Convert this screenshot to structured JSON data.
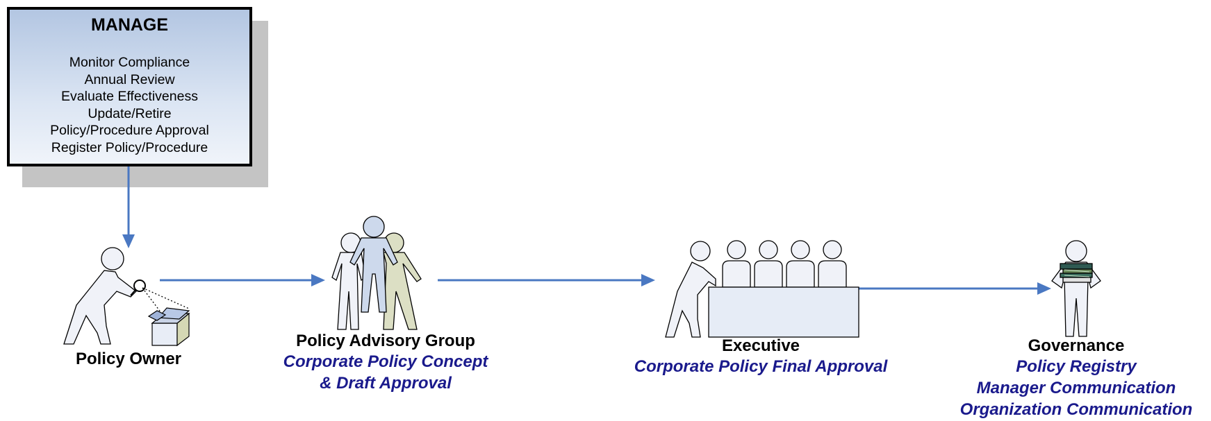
{
  "manage": {
    "title": "MANAGE",
    "items": [
      "Monitor Compliance",
      "Annual Review",
      "Evaluate Effectiveness",
      "Update/Retire",
      "Policy/Procedure Approval",
      "Register Policy/Procedure"
    ]
  },
  "actors": {
    "policy_owner": {
      "name": "Policy Owner"
    },
    "advisory_group": {
      "name": "Policy Advisory Group",
      "lines": [
        "Corporate Policy Concept",
        "& Draft Approval"
      ]
    },
    "executive": {
      "name": "Executive",
      "lines": [
        "Corporate Policy Final Approval"
      ]
    },
    "governance": {
      "name": "Governance",
      "lines": [
        "Policy Registry",
        "Manager Communication",
        "Organization Communication"
      ]
    }
  },
  "colors": {
    "arrow": "#4a78c2",
    "subtitle": "#1a1a8c",
    "figure_fill": "#f0f2f8",
    "figure_blue": "#cdd9ec",
    "figure_olive": "#dcdfc4"
  }
}
